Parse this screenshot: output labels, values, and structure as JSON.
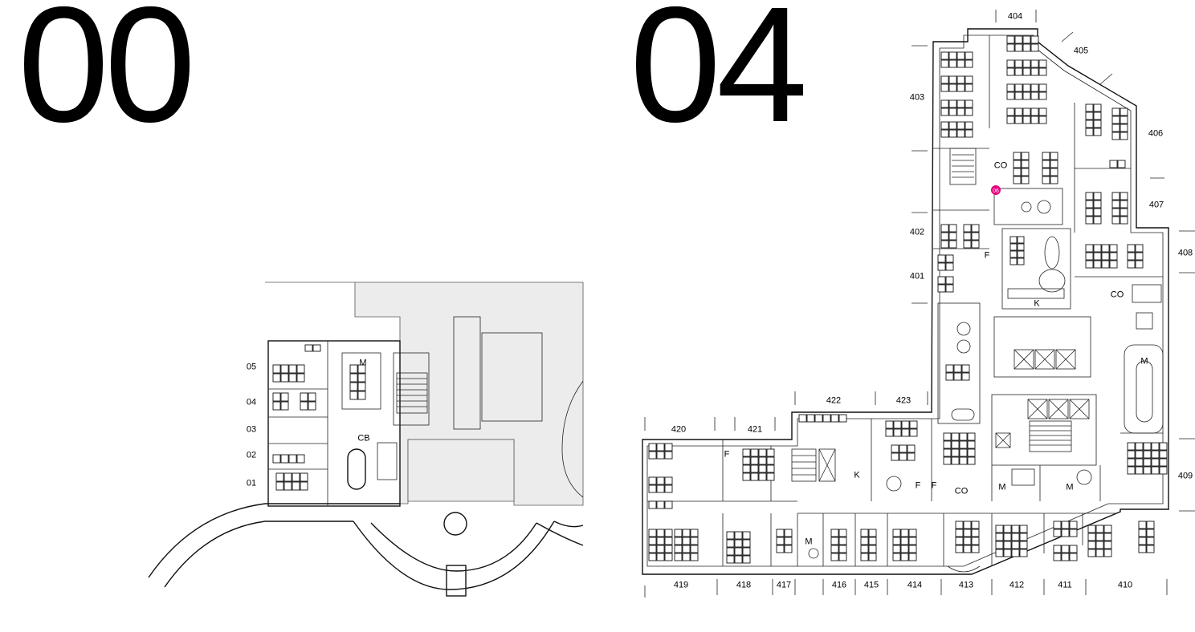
{
  "floor00": {
    "title": "00",
    "room_labels": [
      "05",
      "04",
      "03",
      "02",
      "01"
    ],
    "area_labels": {
      "meeting": "M",
      "cb": "CB"
    }
  },
  "floor04": {
    "title": "04",
    "top_labels": [
      "404",
      "405",
      "403",
      "406",
      "407",
      "402",
      "408",
      "401",
      "409",
      "422",
      "423",
      "420",
      "421"
    ],
    "bottom_labels": [
      "419",
      "418",
      "417",
      "416",
      "415",
      "414",
      "413",
      "412",
      "411",
      "410"
    ],
    "area_labels": {
      "co1": "CO",
      "co2": "CO",
      "co3": "CO",
      "k1": "K",
      "k2": "K",
      "m1": "M",
      "m2": "M",
      "m3": "M",
      "m4": "M",
      "f1": "F",
      "f2": "F",
      "f3": "F",
      "f4": "F"
    },
    "marker_color": "#e6007e",
    "marker_label": "06"
  }
}
